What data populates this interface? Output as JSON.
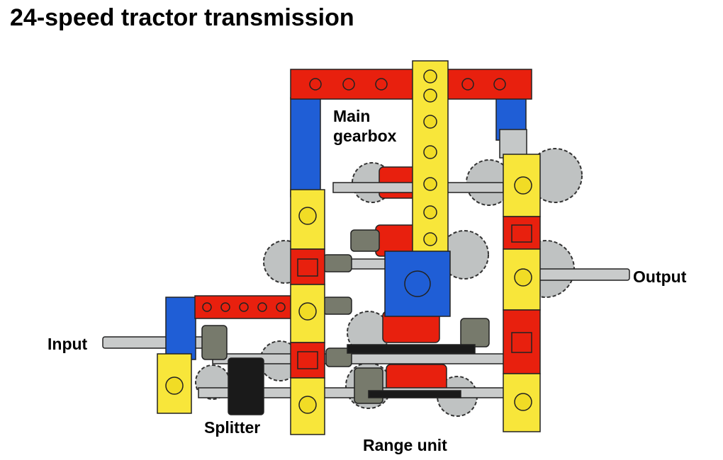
{
  "title": "24-speed tractor transmission",
  "labels": {
    "main_gearbox_line1": "Main",
    "main_gearbox_line2": "gearbox",
    "input": "Input",
    "output": "Output",
    "splitter": "Splitter",
    "range_unit": "Range unit"
  },
  "colors": {
    "red": "#e8200e",
    "blue": "#1f5ed6",
    "yellow": "#f8e63a",
    "gray": "#b9bcbc",
    "dark_gray": "#777a6c",
    "black": "#1a1a1a"
  }
}
